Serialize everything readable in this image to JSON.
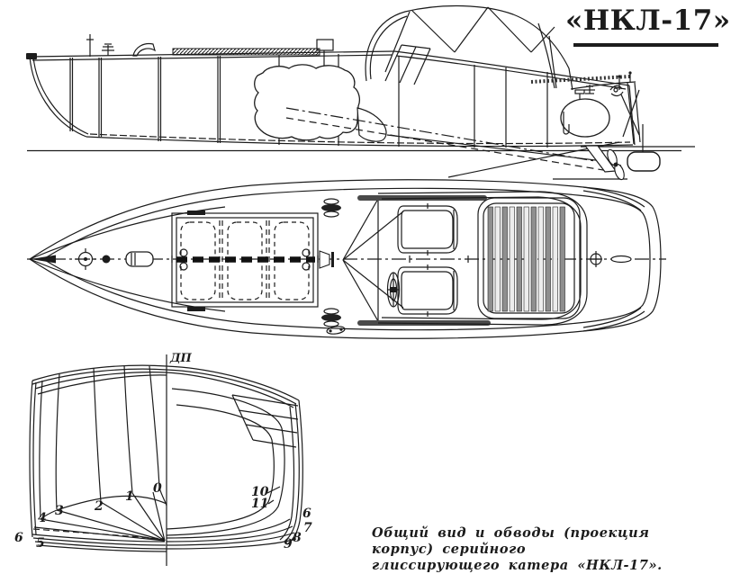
{
  "title": "«НКЛ-17»",
  "caption": {
    "line1": "Общий вид и обводы (проекция корпус) серийного",
    "line2": "глиссирующего катера «НКЛ-17»."
  },
  "body_plan": {
    "centerline_label": "ДП",
    "stations_left": [
      "0",
      "1",
      "2",
      "3",
      "4",
      "5",
      "6"
    ],
    "stations_right": [
      "6",
      "7",
      "8",
      "9",
      "10",
      "11"
    ]
  },
  "colors": {
    "ink": "#1c1c1c",
    "paper": "#ffffff"
  }
}
